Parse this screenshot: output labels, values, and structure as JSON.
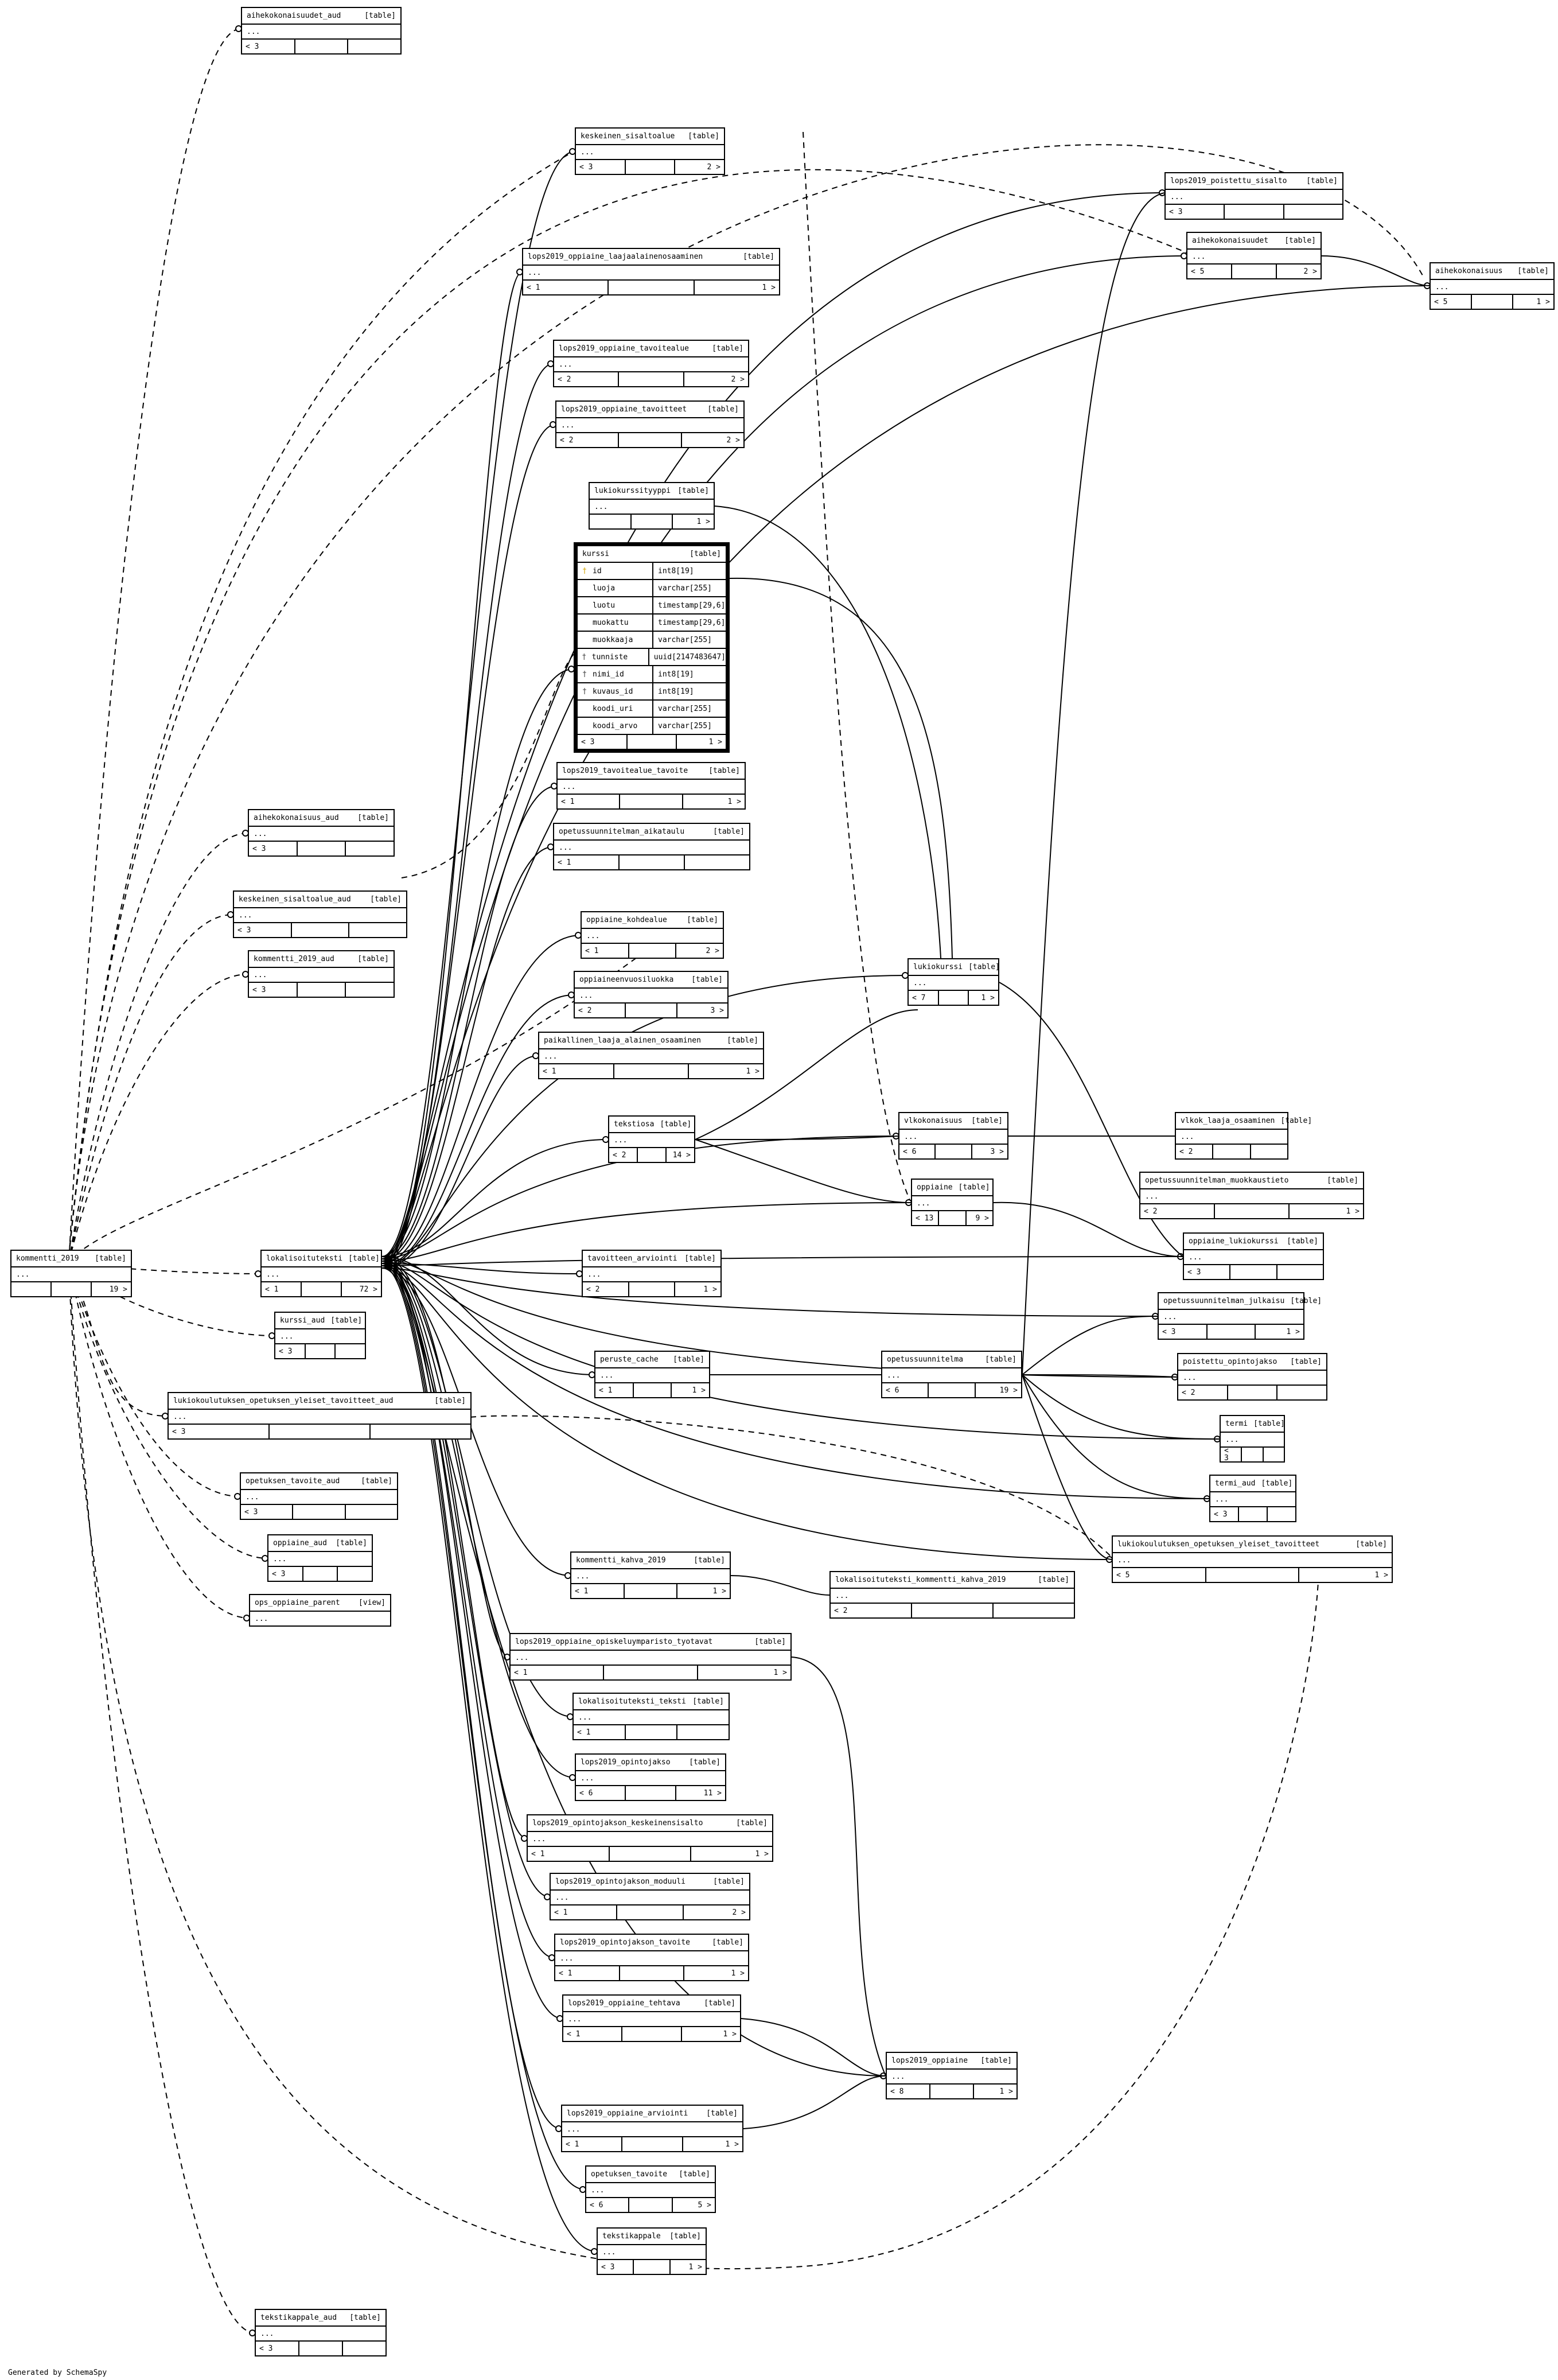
{
  "footer": "Generated by SchemaSpy",
  "focus": {
    "name": "kurssi",
    "type": "[table]",
    "columns": [
      {
        "icon": "key",
        "name": "id",
        "type": "int8[19]"
      },
      {
        "icon": "",
        "name": "luoja",
        "type": "varchar[255]"
      },
      {
        "icon": "",
        "name": "luotu",
        "type": "timestamp[29,6]"
      },
      {
        "icon": "",
        "name": "muokattu",
        "type": "timestamp[29,6]"
      },
      {
        "icon": "",
        "name": "muokkaaja",
        "type": "varchar[255]"
      },
      {
        "icon": "fk",
        "name": "tunniste",
        "type": "uuid[2147483647]"
      },
      {
        "icon": "fk",
        "name": "nimi_id",
        "type": "int8[19]"
      },
      {
        "icon": "fk",
        "name": "kuvaus_id",
        "type": "int8[19]"
      },
      {
        "icon": "",
        "name": "koodi_uri",
        "type": "varchar[255]"
      },
      {
        "icon": "",
        "name": "koodi_arvo",
        "type": "varchar[255]"
      }
    ],
    "footer": [
      "< 3",
      "",
      "1 >"
    ]
  },
  "tables": [
    {
      "id": "t0",
      "name": "aihekokonaisuudet_aud",
      "type": "[table]",
      "body": "...",
      "footer": [
        "< 3",
        "",
        ""
      ]
    },
    {
      "id": "t1",
      "name": "keskeinen_sisaltoalue",
      "type": "[table]",
      "body": "...",
      "footer": [
        "< 3",
        "",
        "2 >"
      ]
    },
    {
      "id": "t2",
      "name": "lops2019_poistettu_sisalto",
      "type": "[table]",
      "body": "...",
      "footer": [
        "< 3",
        "",
        ""
      ]
    },
    {
      "id": "t3",
      "name": "aihekokonaisuudet",
      "type": "[table]",
      "body": "...",
      "footer": [
        "< 5",
        "",
        "2 >"
      ]
    },
    {
      "id": "t4",
      "name": "aihekokonaisuus",
      "type": "[table]",
      "body": "...",
      "footer": [
        "< 5",
        "",
        "1 >"
      ]
    },
    {
      "id": "t5",
      "name": "lops2019_oppiaine_laajaalainenosaaminen",
      "type": "[table]",
      "body": "...",
      "footer": [
        "< 1",
        "",
        "1 >"
      ]
    },
    {
      "id": "t6",
      "name": "lops2019_oppiaine_tavoitealue",
      "type": "[table]",
      "body": "...",
      "footer": [
        "< 2",
        "",
        "2 >"
      ]
    },
    {
      "id": "t7",
      "name": "lops2019_oppiaine_tavoitteet",
      "type": "[table]",
      "body": "...",
      "footer": [
        "< 2",
        "",
        "2 >"
      ]
    },
    {
      "id": "t8",
      "name": "lukiokurssityyppi",
      "type": "[table]",
      "body": "...",
      "footer": [
        "",
        "",
        "1 >"
      ]
    },
    {
      "id": "t9",
      "name": "lops2019_tavoitealue_tavoite",
      "type": "[table]",
      "body": "...",
      "footer": [
        "< 1",
        "",
        "1 >"
      ]
    },
    {
      "id": "t10",
      "name": "opetussuunnitelman_aikataulu",
      "type": "[table]",
      "body": "...",
      "footer": [
        "< 1",
        "",
        ""
      ]
    },
    {
      "id": "t11",
      "name": "aihekokonaisuus_aud",
      "type": "[table]",
      "body": "...",
      "footer": [
        "< 3",
        "",
        ""
      ]
    },
    {
      "id": "t12",
      "name": "keskeinen_sisaltoalue_aud",
      "type": "[table]",
      "body": "...",
      "footer": [
        "< 3",
        "",
        ""
      ]
    },
    {
      "id": "t13",
      "name": "kommentti_2019_aud",
      "type": "[table]",
      "body": "...",
      "footer": [
        "< 3",
        "",
        ""
      ]
    },
    {
      "id": "t14",
      "name": "oppiaine_kohdealue",
      "type": "[table]",
      "body": "...",
      "footer": [
        "< 1",
        "",
        "2 >"
      ]
    },
    {
      "id": "t15",
      "name": "lukiokurssi",
      "type": "[table]",
      "body": "...",
      "footer": [
        "< 7",
        "",
        "1 >"
      ]
    },
    {
      "id": "t16",
      "name": "oppiaineenvuosiluokka",
      "type": "[table]",
      "body": "...",
      "footer": [
        "< 2",
        "",
        "3 >"
      ]
    },
    {
      "id": "t17",
      "name": "paikallinen_laaja_alainen_osaaminen",
      "type": "[table]",
      "body": "...",
      "footer": [
        "< 1",
        "",
        "1 >"
      ]
    },
    {
      "id": "t18",
      "name": "tekstiosa",
      "type": "[table]",
      "body": "...",
      "footer": [
        "< 2",
        "",
        "14 >"
      ]
    },
    {
      "id": "t19",
      "name": "vlkokonaisuus",
      "type": "[table]",
      "body": "...",
      "footer": [
        "< 6",
        "",
        "3 >"
      ]
    },
    {
      "id": "t20",
      "name": "vlkok_laaja_osaaminen",
      "type": "[table]",
      "body": "...",
      "footer": [
        "< 2",
        "",
        ""
      ]
    },
    {
      "id": "t21",
      "name": "oppiaine",
      "type": "[table]",
      "body": "...",
      "footer": [
        "< 13",
        "",
        "9 >"
      ]
    },
    {
      "id": "t22",
      "name": "opetussuunnitelman_muokkaustieto",
      "type": "[table]",
      "body": "...",
      "footer": [
        "< 2",
        "",
        "1 >"
      ]
    },
    {
      "id": "t23",
      "name": "kommentti_2019",
      "type": "[table]",
      "body": "...",
      "footer": [
        "",
        "",
        "19 >"
      ]
    },
    {
      "id": "t24",
      "name": "lokalisoituteksti",
      "type": "[table]",
      "body": "...",
      "footer": [
        "< 1",
        "",
        "72 >"
      ]
    },
    {
      "id": "t25",
      "name": "tavoitteen_arviointi",
      "type": "[table]",
      "body": "...",
      "footer": [
        "< 2",
        "",
        "1 >"
      ]
    },
    {
      "id": "t26",
      "name": "oppiaine_lukiokurssi",
      "type": "[table]",
      "body": "...",
      "footer": [
        "< 3",
        "",
        ""
      ]
    },
    {
      "id": "t27",
      "name": "opetussuunnitelman_julkaisu",
      "type": "[table]",
      "body": "...",
      "footer": [
        "< 3",
        "",
        "1 >"
      ]
    },
    {
      "id": "t28",
      "name": "kurssi_aud",
      "type": "[table]",
      "body": "...",
      "footer": [
        "< 3",
        "",
        ""
      ]
    },
    {
      "id": "t29",
      "name": "peruste_cache",
      "type": "[table]",
      "body": "...",
      "footer": [
        "< 1",
        "",
        "1 >"
      ]
    },
    {
      "id": "t30",
      "name": "opetussuunnitelma",
      "type": "[table]",
      "body": "...",
      "footer": [
        "< 6",
        "",
        "19 >"
      ]
    },
    {
      "id": "t31",
      "name": "poistettu_opintojakso",
      "type": "[table]",
      "body": "...",
      "footer": [
        "< 2",
        "",
        ""
      ]
    },
    {
      "id": "t32",
      "name": "lukiokoulutuksen_opetuksen_yleiset_tavoitteet_aud",
      "type": "[table]",
      "body": "...",
      "footer": [
        "< 3",
        "",
        ""
      ]
    },
    {
      "id": "t33",
      "name": "termi",
      "type": "[table]",
      "body": "...",
      "footer": [
        "< 3",
        "",
        ""
      ]
    },
    {
      "id": "t34",
      "name": "opetuksen_tavoite_aud",
      "type": "[table]",
      "body": "...",
      "footer": [
        "< 3",
        "",
        ""
      ]
    },
    {
      "id": "t35",
      "name": "termi_aud",
      "type": "[table]",
      "body": "...",
      "footer": [
        "< 3",
        "",
        ""
      ]
    },
    {
      "id": "t36",
      "name": "lukiokoulutuksen_opetuksen_yleiset_tavoitteet",
      "type": "[table]",
      "body": "...",
      "footer": [
        "< 5",
        "",
        "1 >"
      ]
    },
    {
      "id": "t37",
      "name": "oppiaine_aud",
      "type": "[table]",
      "body": "...",
      "footer": [
        "< 3",
        "",
        ""
      ]
    },
    {
      "id": "t38",
      "name": "kommentti_kahva_2019",
      "type": "[table]",
      "body": "...",
      "footer": [
        "< 1",
        "",
        "1 >"
      ]
    },
    {
      "id": "t39",
      "name": "lokalisoituteksti_kommentti_kahva_2019",
      "type": "[table]",
      "body": "...",
      "footer": [
        "< 2",
        "",
        ""
      ]
    },
    {
      "id": "t40",
      "name": "ops_oppiaine_parent",
      "type": "[view]",
      "body": "..."
    },
    {
      "id": "t41",
      "name": "lops2019_oppiaine_opiskeluymparisto_tyotavat",
      "type": "[table]",
      "body": "...",
      "footer": [
        "< 1",
        "",
        "1 >"
      ]
    },
    {
      "id": "t42",
      "name": "lokalisoituteksti_teksti",
      "type": "[table]",
      "body": "...",
      "footer": [
        "< 1",
        "",
        ""
      ]
    },
    {
      "id": "t43",
      "name": "lops2019_opintojakso",
      "type": "[table]",
      "body": "...",
      "footer": [
        "< 6",
        "",
        "11 >"
      ]
    },
    {
      "id": "t44",
      "name": "lops2019_opintojakson_keskeinensisalto",
      "type": "[table]",
      "body": "...",
      "footer": [
        "< 1",
        "",
        "1 >"
      ]
    },
    {
      "id": "t45",
      "name": "lops2019_opintojakson_moduuli",
      "type": "[table]",
      "body": "...",
      "footer": [
        "< 1",
        "",
        "2 >"
      ]
    },
    {
      "id": "t46",
      "name": "lops2019_opintojakson_tavoite",
      "type": "[table]",
      "body": "...",
      "footer": [
        "< 1",
        "",
        "1 >"
      ]
    },
    {
      "id": "t47",
      "name": "lops2019_oppiaine_tehtava",
      "type": "[table]",
      "body": "...",
      "footer": [
        "< 1",
        "",
        "1 >"
      ]
    },
    {
      "id": "t48",
      "name": "lops2019_oppiaine",
      "type": "[table]",
      "body": "...",
      "footer": [
        "< 8",
        "",
        "1 >"
      ]
    },
    {
      "id": "t49",
      "name": "lops2019_oppiaine_arviointi",
      "type": "[table]",
      "body": "...",
      "footer": [
        "< 1",
        "",
        "1 >"
      ]
    },
    {
      "id": "t50",
      "name": "opetuksen_tavoite",
      "type": "[table]",
      "body": "...",
      "footer": [
        "< 6",
        "",
        "5 >"
      ]
    },
    {
      "id": "t51",
      "name": "tekstikappale",
      "type": "[table]",
      "body": "...",
      "footer": [
        "< 3",
        "",
        "1 >"
      ]
    },
    {
      "id": "t52",
      "name": "tekstikappale_aud",
      "type": "[table]",
      "body": "...",
      "footer": [
        "< 3",
        "",
        ""
      ]
    }
  ]
}
